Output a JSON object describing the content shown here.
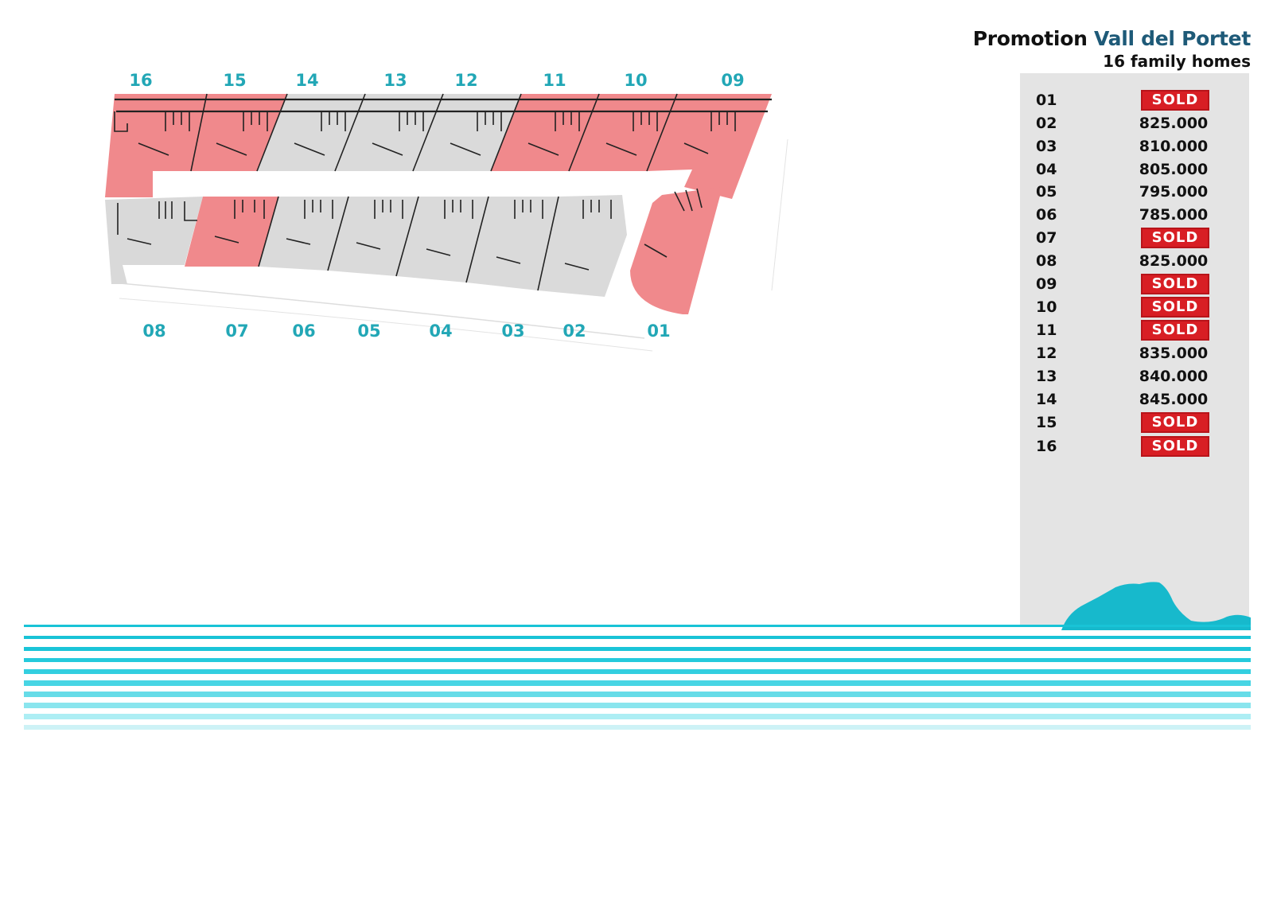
{
  "header": {
    "title_prefix": "Promotion",
    "title_accent": "Vall del Portet",
    "subtitle": "16 family homes"
  },
  "site_plan": {
    "top_row_labels": [
      "16",
      "15",
      "14",
      "13",
      "12",
      "11",
      "10",
      "09"
    ],
    "bottom_row_labels": [
      "08",
      "07",
      "06",
      "05",
      "04",
      "03",
      "02",
      "01"
    ],
    "label_color": "#22a7b6",
    "sold_color": "#f0898c",
    "available_color": "#d9d9d9"
  },
  "prices": [
    {
      "unit": "01",
      "status": "sold",
      "price": "SOLD"
    },
    {
      "unit": "02",
      "status": "available",
      "price": "825.000"
    },
    {
      "unit": "03",
      "status": "available",
      "price": "810.000"
    },
    {
      "unit": "04",
      "status": "available",
      "price": "805.000"
    },
    {
      "unit": "05",
      "status": "available",
      "price": "795.000"
    },
    {
      "unit": "06",
      "status": "available",
      "price": "785.000"
    },
    {
      "unit": "07",
      "status": "sold",
      "price": "SOLD"
    },
    {
      "unit": "08",
      "status": "available",
      "price": "825.000"
    },
    {
      "unit": "09",
      "status": "sold",
      "price": "SOLD"
    },
    {
      "unit": "10",
      "status": "sold",
      "price": "SOLD"
    },
    {
      "unit": "11",
      "status": "sold",
      "price": "SOLD"
    },
    {
      "unit": "12",
      "status": "available",
      "price": "835.000"
    },
    {
      "unit": "13",
      "status": "available",
      "price": "840.000"
    },
    {
      "unit": "14",
      "status": "available",
      "price": "845.000"
    },
    {
      "unit": "15",
      "status": "sold",
      "price": "SOLD"
    },
    {
      "unit": "16",
      "status": "sold",
      "price": "SOLD"
    }
  ],
  "colors": {
    "accent": "#1e5a78",
    "sold_badge": "#d81e24",
    "panel": "#e4e4e4",
    "sea": "#19c3d6"
  }
}
